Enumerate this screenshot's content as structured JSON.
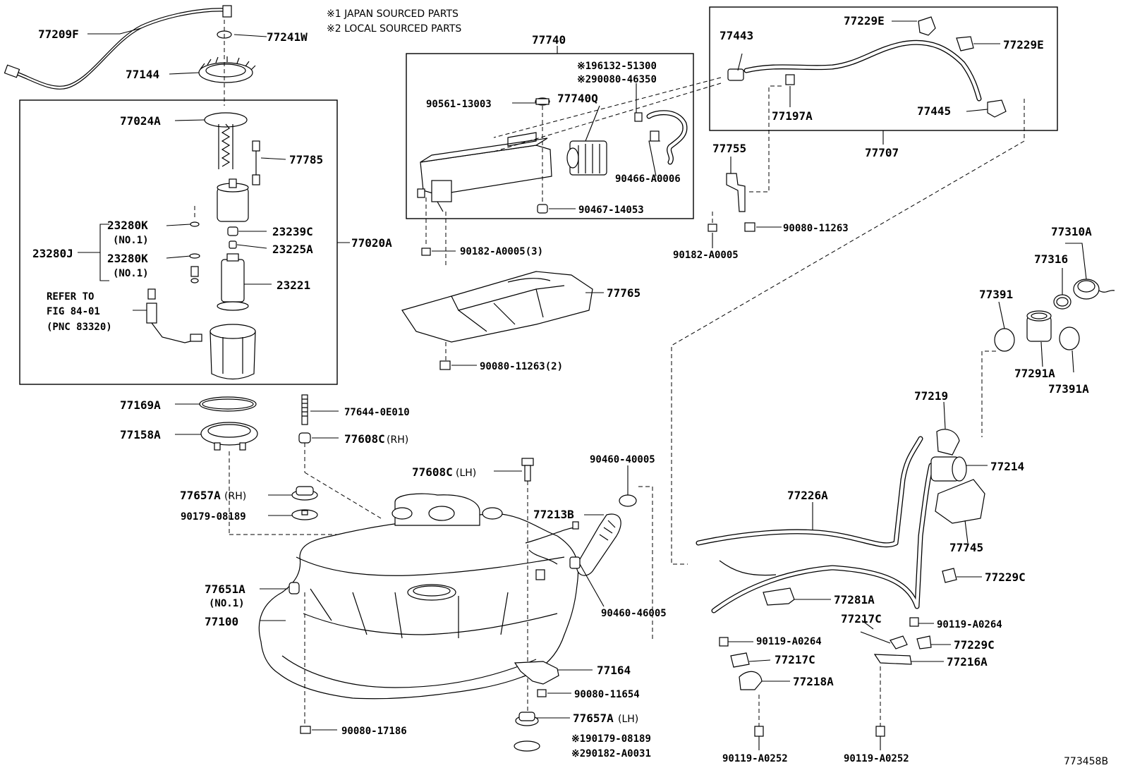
{
  "notes": {
    "n1": "※1 JAPAN SOURCED PARTS",
    "n2": "※2 LOCAL SOURCED PARTS"
  },
  "figure_number": "773458B",
  "refer_to": {
    "line1": "REFER TO",
    "line2": "FIG 84-01",
    "line3": "(PNC 83320)"
  },
  "parts": {
    "p77209F": "77209F",
    "p77241W": "77241W",
    "p77144": "77144",
    "p77024A": "77024A",
    "p77785": "77785",
    "p23280K_1": "23280K",
    "p23280K_1_sub": "(NO.1)",
    "p23280J": "23280J",
    "p23280K_2": "23280K",
    "p23280K_2_sub": "(NO.1)",
    "p23239C": "23239C",
    "p23225A": "23225A",
    "p77020A": "77020A",
    "p23221": "23221",
    "p77169A": "77169A",
    "p77158A": "77158A",
    "p77644": "77644-0E010",
    "p77608C_rh": "77608C",
    "p77608C_rh_sub": "(RH)",
    "p77657A_rh": "77657A",
    "p77657A_rh_sub": "(RH)",
    "p90179_08189": "90179-08189",
    "p77651A": "77651A",
    "p77651A_sub": "(NO.1)",
    "p77100": "77100",
    "p90080_17186": "90080-17186",
    "p77740": "77740",
    "p196132": "※196132-51300",
    "p290080": "※290080-46350",
    "p90561": "90561-13003",
    "p77740Q": "77740Q",
    "p90466": "90466-A0006",
    "p90467": "90467-14053",
    "p90182_3": "90182-A0005(3)",
    "p77765": "77765",
    "p90080_2": "90080-11263(2)",
    "p77608C_lh": "77608C",
    "p77608C_lh_sub": "(LH)",
    "p90460_40005": "90460-40005",
    "p77213B": "77213B",
    "p90460_46005": "90460-46005",
    "p77164": "77164",
    "p90080_11654": "90080-11654",
    "p77657A_lh": "77657A",
    "p77657A_lh_sub": "(LH)",
    "p90179_x1": "※190179-08189",
    "p90182_x2": "※290182-A0031",
    "p77229E_1": "77229E",
    "p77443": "77443",
    "p77229E_2": "77229E",
    "p77197A": "77197A",
    "p77445": "77445",
    "p77707": "77707",
    "p77755": "77755",
    "p90080_11263": "90080-11263",
    "p90182_A0005": "90182-A0005",
    "p77310A": "77310A",
    "p77316": "77316",
    "p77391": "77391",
    "p77291A": "77291A",
    "p77391A": "77391A",
    "p77219": "77219",
    "p77214": "77214",
    "p77226A": "77226A",
    "p77745": "77745",
    "p77229C_1": "77229C",
    "p77281A": "77281A",
    "p77217C_1": "77217C",
    "p90119_a": "90119-A0264",
    "p90119_b": "90119-A0264",
    "p77229C_2": "77229C",
    "p77217C_2": "77217C",
    "p77216A": "77216A",
    "p77218A": "77218A",
    "p90119_c": "90119-A0252",
    "p90119_d": "90119-A0252"
  }
}
